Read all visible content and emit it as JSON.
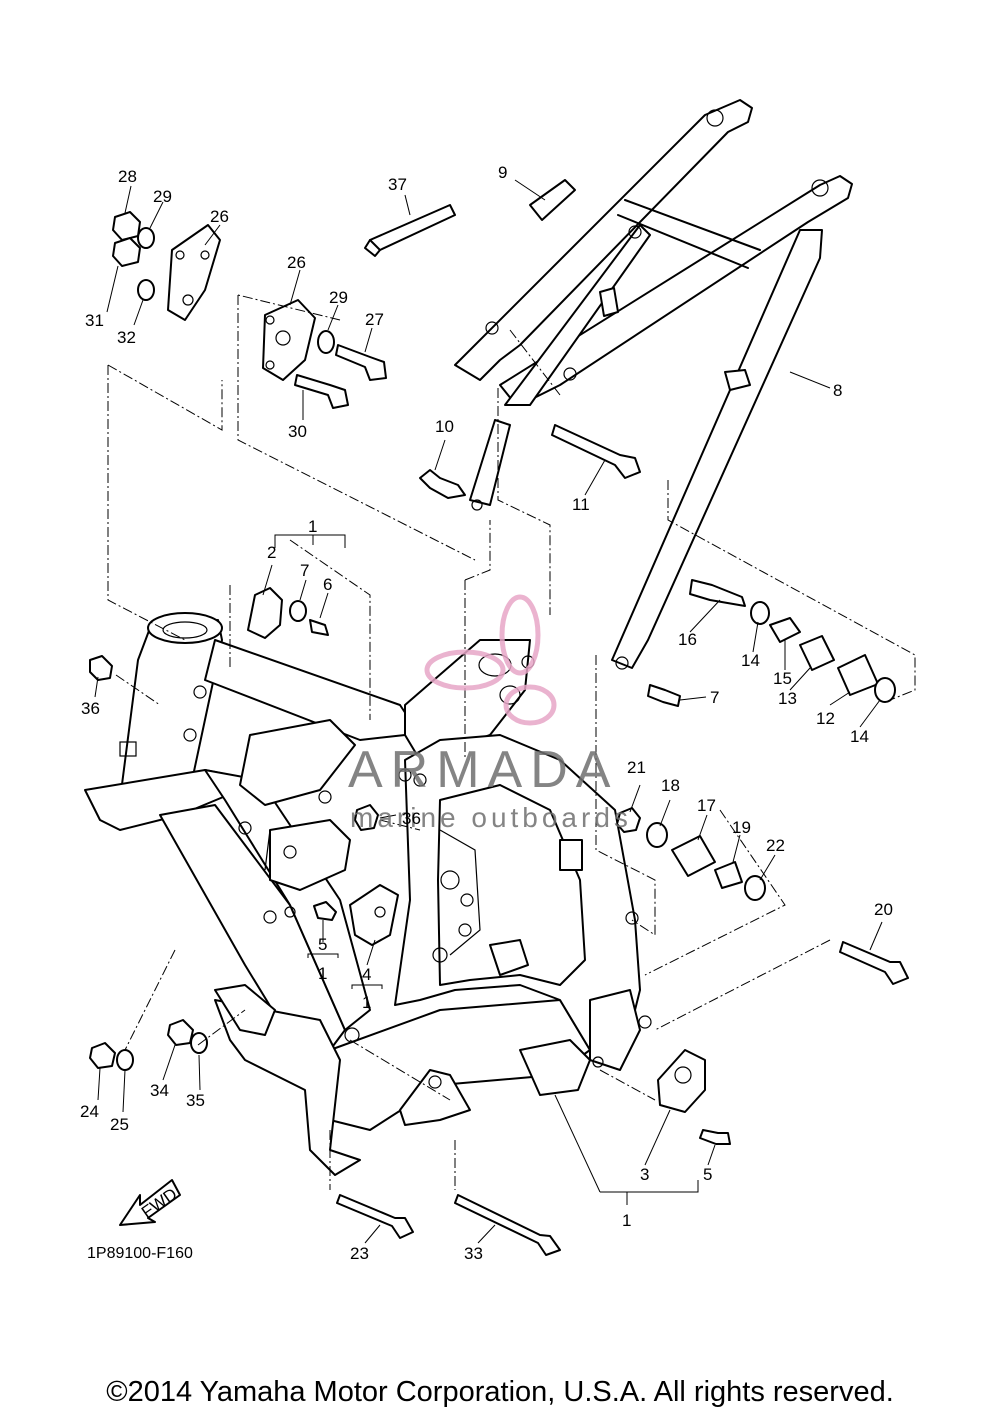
{
  "callouts": [
    {
      "id": "c1a",
      "label": "1"
    },
    {
      "id": "c1b",
      "label": "1"
    },
    {
      "id": "c1c",
      "label": "1"
    },
    {
      "id": "c1d",
      "label": "1"
    },
    {
      "id": "c2",
      "label": "2"
    },
    {
      "id": "c3",
      "label": "3"
    },
    {
      "id": "c4",
      "label": "4"
    },
    {
      "id": "c5a",
      "label": "5"
    },
    {
      "id": "c5b",
      "label": "5"
    },
    {
      "id": "c6",
      "label": "6"
    },
    {
      "id": "c7a",
      "label": "7"
    },
    {
      "id": "c7b",
      "label": "7"
    },
    {
      "id": "c8",
      "label": "8"
    },
    {
      "id": "c9",
      "label": "9"
    },
    {
      "id": "c10",
      "label": "10"
    },
    {
      "id": "c11",
      "label": "11"
    },
    {
      "id": "c12",
      "label": "12"
    },
    {
      "id": "c13",
      "label": "13"
    },
    {
      "id": "c14a",
      "label": "14"
    },
    {
      "id": "c14b",
      "label": "14"
    },
    {
      "id": "c15",
      "label": "15"
    },
    {
      "id": "c16",
      "label": "16"
    },
    {
      "id": "c17",
      "label": "17"
    },
    {
      "id": "c18",
      "label": "18"
    },
    {
      "id": "c19",
      "label": "19"
    },
    {
      "id": "c20",
      "label": "20"
    },
    {
      "id": "c21",
      "label": "21"
    },
    {
      "id": "c22",
      "label": "22"
    },
    {
      "id": "c23",
      "label": "23"
    },
    {
      "id": "c24",
      "label": "24"
    },
    {
      "id": "c25",
      "label": "25"
    },
    {
      "id": "c26a",
      "label": "26"
    },
    {
      "id": "c26b",
      "label": "26"
    },
    {
      "id": "c27",
      "label": "27"
    },
    {
      "id": "c28",
      "label": "28"
    },
    {
      "id": "c29a",
      "label": "29"
    },
    {
      "id": "c29b",
      "label": "29"
    },
    {
      "id": "c30",
      "label": "30"
    },
    {
      "id": "c31",
      "label": "31"
    },
    {
      "id": "c32",
      "label": "32"
    },
    {
      "id": "c33",
      "label": "33"
    },
    {
      "id": "c34",
      "label": "34"
    },
    {
      "id": "c35",
      "label": "35"
    },
    {
      "id": "c36a",
      "label": "36"
    },
    {
      "id": "c36b",
      "label": "36"
    },
    {
      "id": "c37",
      "label": "37"
    }
  ],
  "fwd_label": "FWD",
  "diagram_code": "1P89100-F160",
  "watermark": {
    "brand": "ARMADA",
    "tagline": "marine outboards",
    "accent_color": "#e7a6c7"
  },
  "copyright": "©2014 Yamaha Motor Corporation, U.S.A. All rights reserved."
}
